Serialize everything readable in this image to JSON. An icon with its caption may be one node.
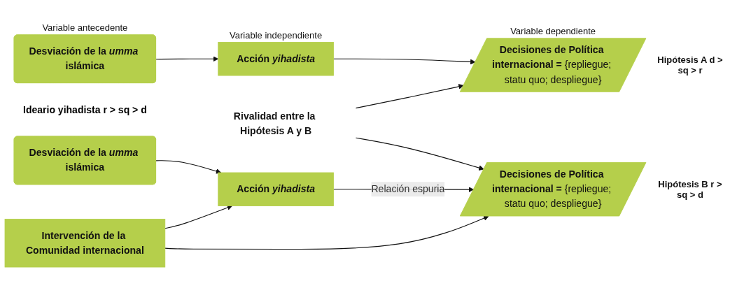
{
  "diagram": {
    "nodes": [
      {
        "text": [
          "Desviación de la *umma* islámica"
        ],
        "beside": [
          "Variable antecedente"
        ]
      },
      {
        "text": [
          "Acción *yihadista*"
        ],
        "beside": [
          "Variable independiente"
        ]
      },
      {
        "text": [
          "**Decisiones de Política internacional =** {repliegue; statu quo; despliegue}"
        ],
        "beside": [
          "Variable dependiente",
          "Hipótesis A d > sq > r"
        ]
      },
      {
        "text": [
          "Rivalidad entre la Hipótesis A y B"
        ]
      },
      {
        "text": [
          "Desviación de la *umma* islámica"
        ]
      },
      {
        "text": [
          "Acción *yihadista*"
        ]
      },
      {
        "text": [
          "**Decisiones de Política internacional =** {repliegue; statu quo; despliegue}"
        ],
        "beside": [
          "Hipótesis B r > sq > d"
        ]
      },
      {
        "text": [
          "Intervención de la Comunidad internacional"
        ]
      }
    ],
    "edges": [
      {
        "from": 0,
        "to": 1,
        "arrow": "to"
      },
      {
        "from": 1,
        "to": 2,
        "arrow": "to"
      },
      {
        "from": 3,
        "to": 2,
        "arrow": "to"
      },
      {
        "from": 3,
        "to": 6,
        "arrow": "to"
      },
      {
        "from": 4,
        "to": 5,
        "arrow": "to"
      },
      {
        "from": 5,
        "to": 6,
        "arrow": "to",
        "label": "Relación espuria"
      },
      {
        "from": 7,
        "to": 5,
        "arrow": "to"
      },
      {
        "from": 7,
        "to": 6,
        "arrow": "to"
      }
    ],
    "labels": [
      "Ideario yihadista r > sq > d"
    ]
  }
}
